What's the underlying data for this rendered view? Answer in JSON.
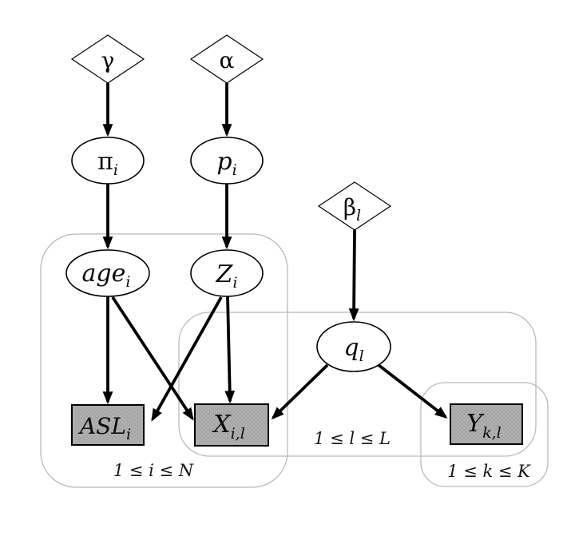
{
  "diagram": {
    "kind": "plate-notation-graphical-model",
    "colors": {
      "background": "#ffffff",
      "node_stroke": "#000000",
      "observed_node_fill": "#a7a7a7",
      "observed_node_dot": "#c4c4c4",
      "plate_stroke": "#b9b9b9",
      "edge_color": "#000000",
      "text_color": "#0b0b0b"
    },
    "nodes": {
      "gamma": {
        "main": "γ",
        "sub": "",
        "shape": "diamond",
        "observed": false
      },
      "alpha": {
        "main": "α",
        "sub": "",
        "shape": "diamond",
        "observed": false
      },
      "beta_l": {
        "main": "β",
        "sub": "l",
        "shape": "diamond",
        "observed": false
      },
      "pi_i": {
        "main": "π",
        "sub": "i",
        "shape": "ellipse",
        "observed": false
      },
      "p_i": {
        "main": "p",
        "sub": "i",
        "shape": "ellipse",
        "observed": false
      },
      "age_i": {
        "main": "age",
        "sub": "i",
        "shape": "ellipse",
        "observed": false
      },
      "Z_i": {
        "main": "Z",
        "sub": "i",
        "shape": "ellipse",
        "observed": false
      },
      "q_l": {
        "main": "q",
        "sub": "l",
        "shape": "ellipse",
        "observed": false
      },
      "ASL_i": {
        "main": "ASL",
        "sub": "i",
        "shape": "rect",
        "observed": true
      },
      "X_il": {
        "main": "X",
        "sub": "i,l",
        "shape": "rect",
        "observed": true
      },
      "Y_kl": {
        "main": "Y",
        "sub": "k,l",
        "shape": "rect",
        "observed": true
      }
    },
    "plates": {
      "i": {
        "label": "1 ≤ i ≤ N"
      },
      "l": {
        "label": "1 ≤ l ≤ L"
      },
      "k": {
        "label": "1 ≤ k ≤ K"
      }
    },
    "edges": [
      {
        "from": "gamma",
        "to": "pi_i"
      },
      {
        "from": "alpha",
        "to": "p_i"
      },
      {
        "from": "pi_i",
        "to": "age_i"
      },
      {
        "from": "p_i",
        "to": "Z_i"
      },
      {
        "from": "beta_l",
        "to": "q_l"
      },
      {
        "from": "age_i",
        "to": "ASL_i"
      },
      {
        "from": "age_i",
        "to": "X_il"
      },
      {
        "from": "Z_i",
        "to": "ASL_i"
      },
      {
        "from": "Z_i",
        "to": "X_il"
      },
      {
        "from": "q_l",
        "to": "X_il"
      },
      {
        "from": "q_l",
        "to": "Y_kl"
      }
    ]
  }
}
